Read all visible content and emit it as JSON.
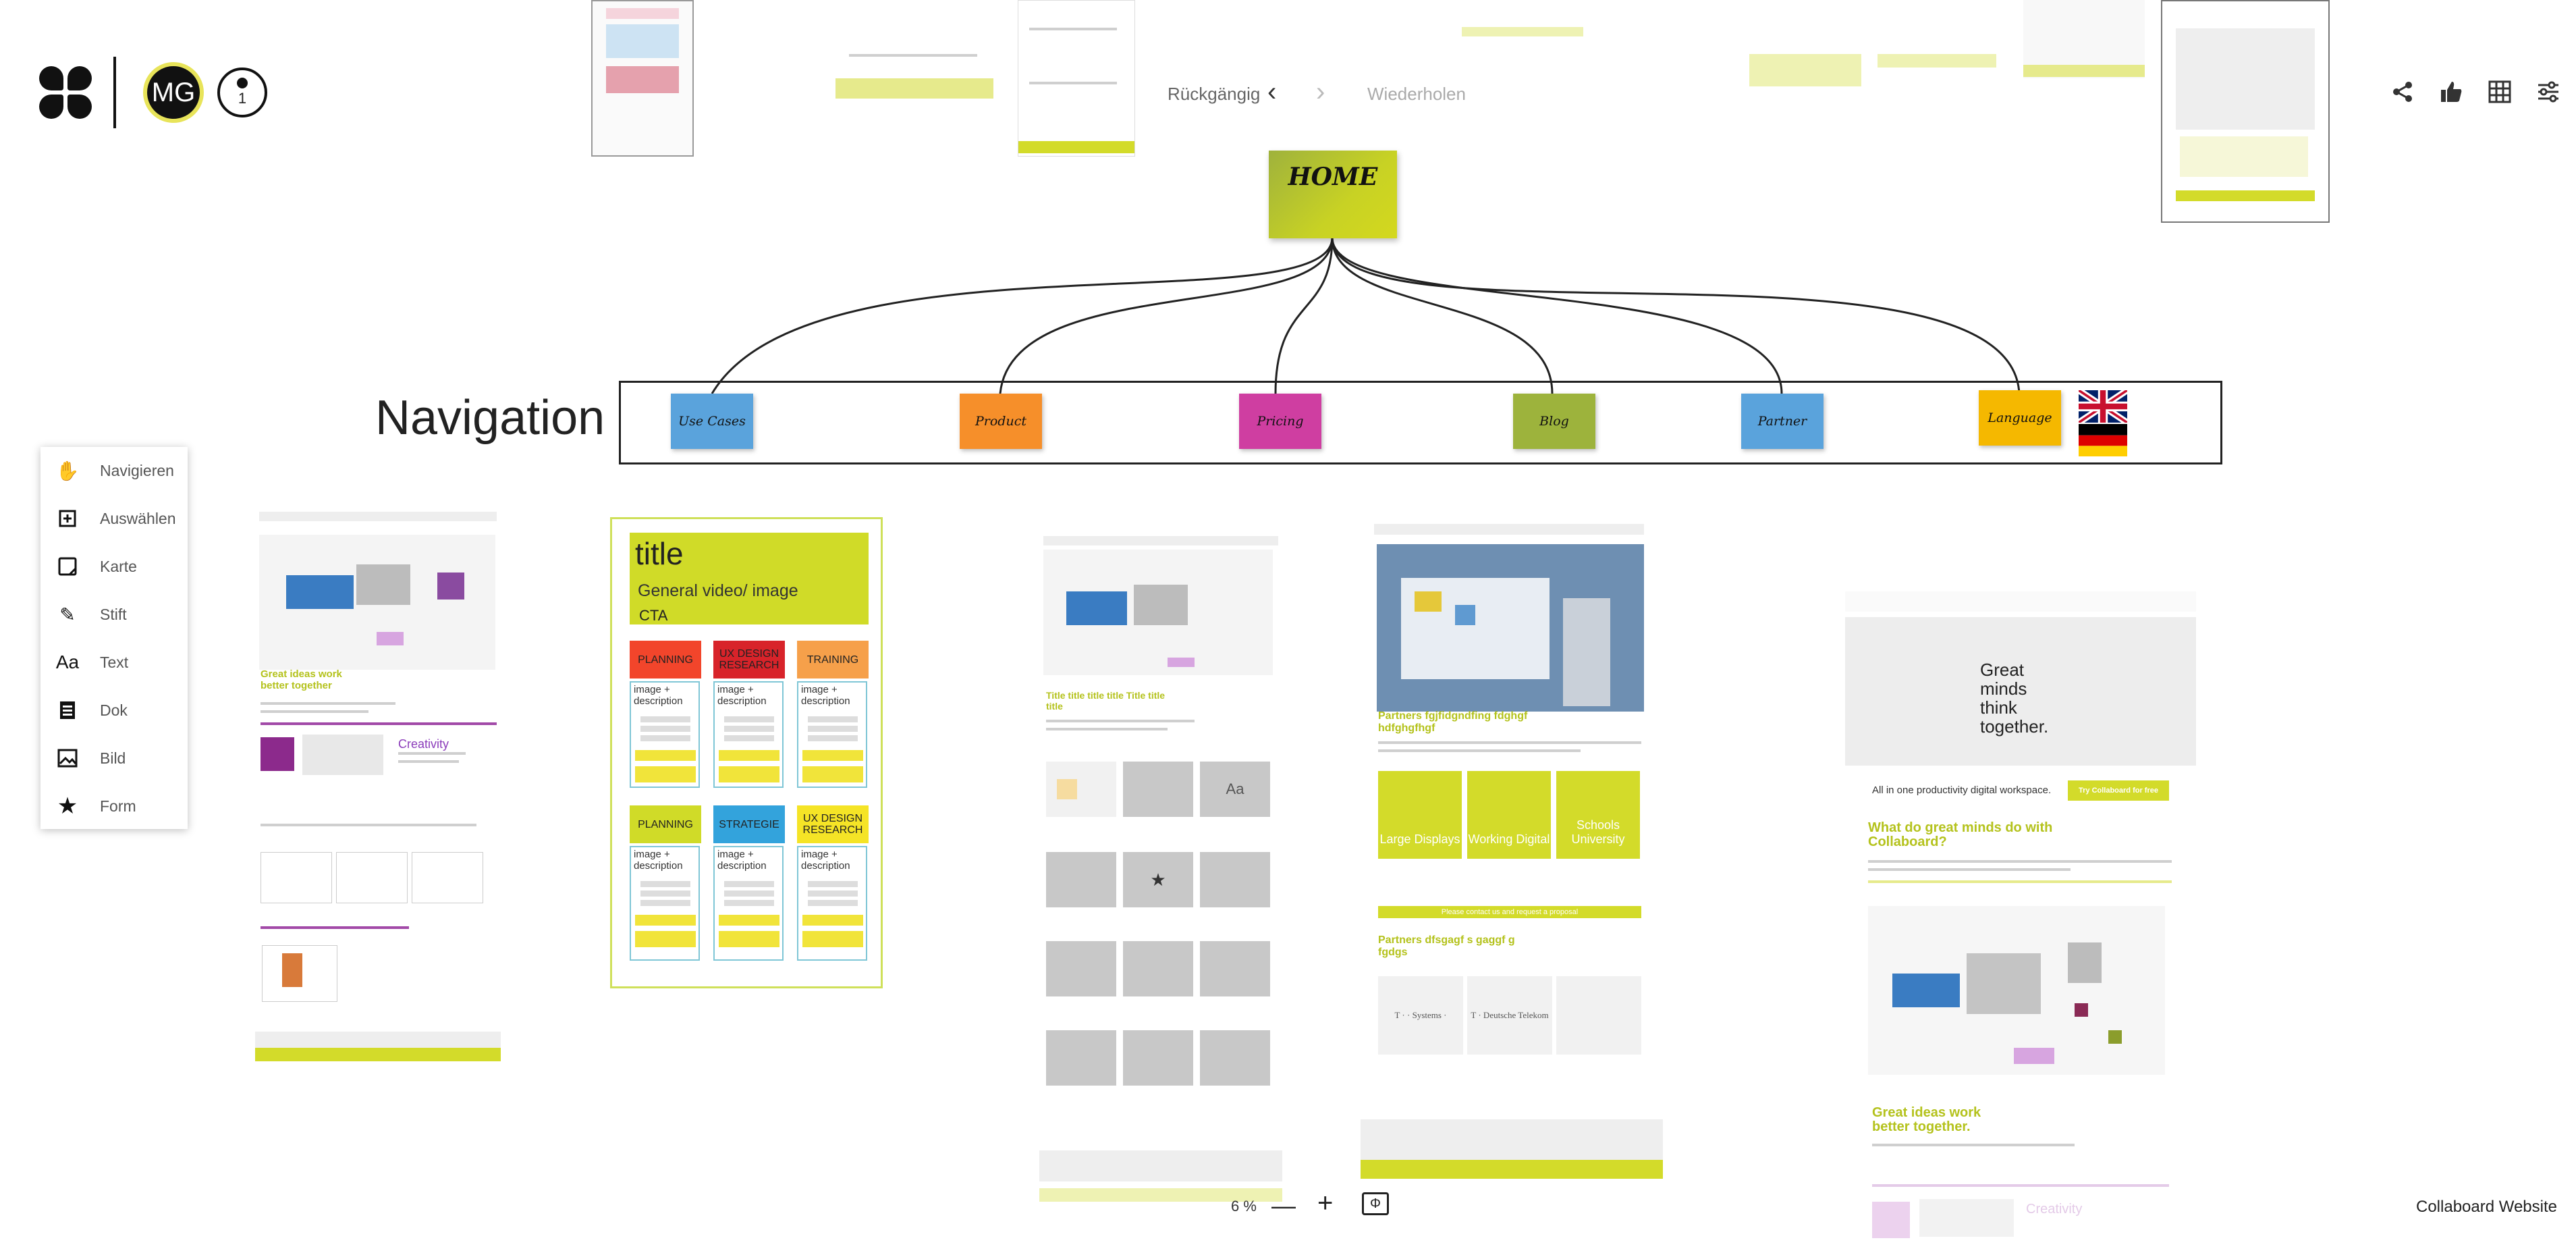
{
  "header": {
    "avatar_initials": "MG",
    "user_count": "1",
    "undo_label": "Rückgängig",
    "redo_label": "Wiederholen"
  },
  "toolbar_right": {
    "icons": [
      "share-icon",
      "like-icon",
      "grid-icon",
      "settings-sliders-icon"
    ]
  },
  "tools": [
    {
      "label": "Navigieren",
      "icon": "hand-icon"
    },
    {
      "label": "Auswählen",
      "icon": "select-icon"
    },
    {
      "label": "Karte",
      "icon": "card-icon"
    },
    {
      "label": "Stift",
      "icon": "pen-icon"
    },
    {
      "label": "Text",
      "icon": "text-icon"
    },
    {
      "label": "Dok",
      "icon": "document-icon"
    },
    {
      "label": "Bild",
      "icon": "image-icon"
    },
    {
      "label": "Form",
      "icon": "star-shape-icon"
    }
  ],
  "mindmap": {
    "home": "HOME",
    "navigation_title": "Navigation",
    "nodes": [
      {
        "label": "Use Cases",
        "color": "#5aa3dc"
      },
      {
        "label": "Product",
        "color": "#f68f2a"
      },
      {
        "label": "Pricing",
        "color": "#cf3ea1"
      },
      {
        "label": "Blog",
        "color": "#9db33c"
      },
      {
        "label": "Partner",
        "color": "#5aa3dc"
      },
      {
        "label": "Language",
        "color": "#f5b800"
      }
    ]
  },
  "template": {
    "title": "title",
    "subtitle": "General video/ image",
    "cta": "CTA",
    "row1": [
      {
        "label": "PLANNING",
        "color": "#f2452b"
      },
      {
        "label": "UX DESIGN RESEARCH",
        "color": "#d8232a"
      },
      {
        "label": "TRAINING",
        "color": "#f6a04a"
      }
    ],
    "row2": [
      {
        "label": "PLANNING",
        "color": "#d0db28"
      },
      {
        "label": "STRATEGIE",
        "color": "#33a3dc"
      },
      {
        "label": "UX DESIGN RESEARCH",
        "color": "#f5e426"
      }
    ],
    "col_desc": "image + description"
  },
  "mockups": {
    "a_headline": "Great ideas work better together",
    "a_creativity": "Creativity",
    "c_title": "Title title title title Title title title",
    "d_partners1": "Partners fgjfidgndfing fdghgf hdfghgfhgf",
    "d_tiles": [
      "Large Displays",
      "Working Digital",
      "Schools University"
    ],
    "d_cta": "Please contact us and request a proposal",
    "d_partners2": "Partners dfsgagf s gaggf g fgdgs",
    "d_logo1": "T · · Systems ·",
    "d_logo2": "T · Deutsche Telekom",
    "e_hero": "Great minds think together.",
    "e_tagline": "All in one productivity digital workspace.",
    "e_try": "Try Collaboard for free",
    "e_question": "What do great minds do with Collaboard?",
    "e_headline": "Great ideas work better together.",
    "e_creativity": "Creativity"
  },
  "bottom": {
    "zoom": "6 %",
    "board_name": "Collaboard Website"
  }
}
